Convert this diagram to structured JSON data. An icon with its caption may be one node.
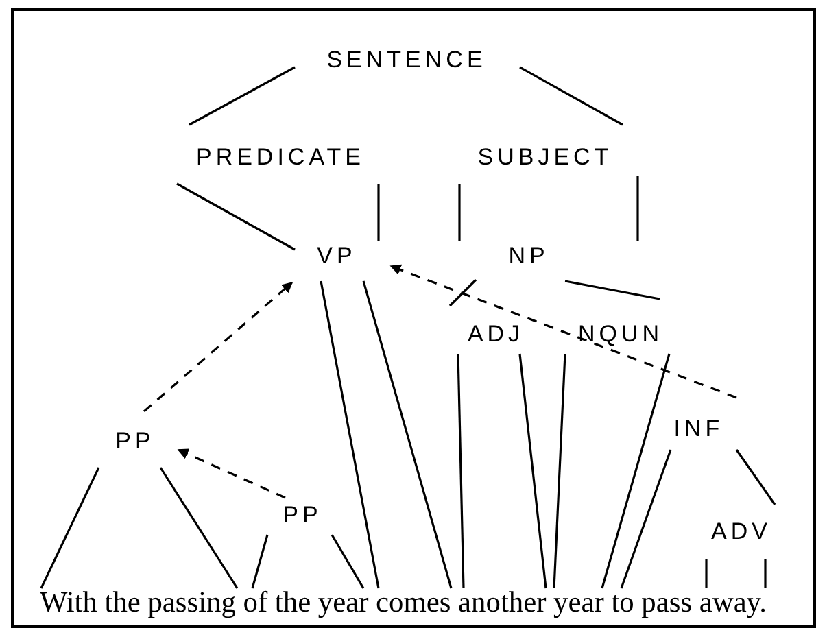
{
  "diagram": {
    "nodes": [
      {
        "text": [
          "SENTENCE"
        ]
      },
      {
        "text": [
          "PREDICATE"
        ]
      },
      {
        "text": [
          "SUBJECT"
        ]
      },
      {
        "text": [
          "VP"
        ]
      },
      {
        "text": [
          "NP"
        ]
      },
      {
        "text": [
          "ADJ"
        ]
      },
      {
        "text": [
          "NQUN"
        ]
      },
      {
        "text": [
          "PP"
        ]
      },
      {
        "text": [
          "PP"
        ]
      },
      {
        "text": [
          "INF"
        ]
      },
      {
        "text": [
          "ADV"
        ]
      },
      {
        "text": [
          "With the passing of the year comes another year to pass away."
        ]
      }
    ],
    "edges": [
      {
        "from": 0,
        "to": 1,
        "arrow": "none"
      },
      {
        "from": 0,
        "to": 2,
        "arrow": "none"
      },
      {
        "from": 1,
        "to": 3,
        "arrow": "none"
      },
      {
        "from": 1,
        "to": 3,
        "arrow": "none"
      },
      {
        "from": 2,
        "to": null,
        "arrow": "none"
      },
      {
        "from": 2,
        "to": null,
        "arrow": "none"
      },
      {
        "from": 4,
        "to": 6,
        "arrow": "none"
      },
      {
        "from": 7,
        "to": 3,
        "arrow": "to",
        "style": "dashed"
      },
      {
        "from": 9,
        "to": 3,
        "arrow": "to",
        "style": "dashed"
      },
      {
        "from": 8,
        "to": 7,
        "arrow": "to",
        "style": "dashed"
      },
      {
        "from": 3,
        "to": 11,
        "arrow": "none"
      },
      {
        "from": 3,
        "to": 11,
        "arrow": "none"
      },
      {
        "from": 5,
        "to": 11,
        "arrow": "none"
      },
      {
        "from": 5,
        "to": 11,
        "arrow": "none"
      },
      {
        "from": 6,
        "to": 11,
        "arrow": "none"
      },
      {
        "from": 6,
        "to": 11,
        "arrow": "none"
      },
      {
        "from": 9,
        "to": 11,
        "arrow": "none"
      },
      {
        "from": 9,
        "to": 10,
        "arrow": "none"
      },
      {
        "from": 10,
        "to": 11,
        "arrow": "none"
      },
      {
        "from": 10,
        "to": 11,
        "arrow": "none"
      },
      {
        "from": 7,
        "to": 11,
        "arrow": "none"
      },
      {
        "from": 7,
        "to": 11,
        "arrow": "none"
      },
      {
        "from": 8,
        "to": 11,
        "arrow": "none"
      },
      {
        "from": 8,
        "to": 11,
        "arrow": "none"
      }
    ]
  }
}
